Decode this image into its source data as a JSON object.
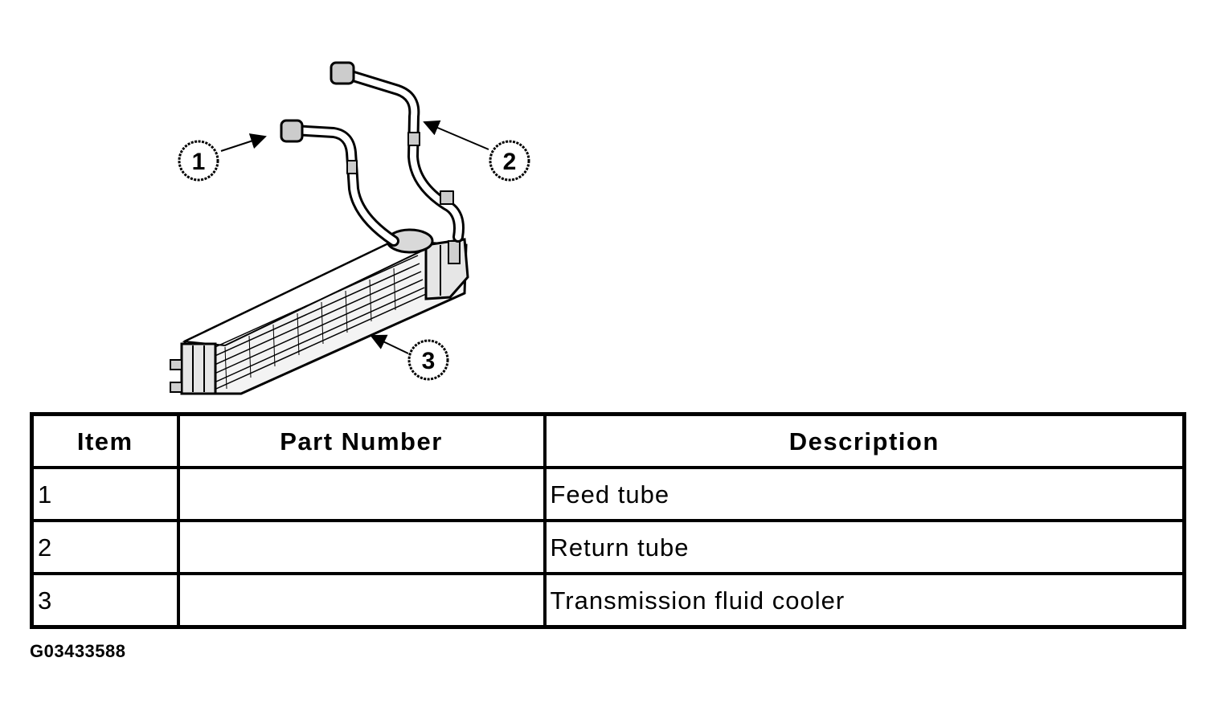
{
  "callouts": [
    "1",
    "2",
    "3"
  ],
  "table": {
    "headers": [
      "Item",
      "Part Number",
      "Description"
    ],
    "rows": [
      {
        "item": "1",
        "part_number": "",
        "description": "Feed tube"
      },
      {
        "item": "2",
        "part_number": "",
        "description": "Return tube"
      },
      {
        "item": "3",
        "part_number": "",
        "description": "Transmission fluid cooler"
      }
    ]
  },
  "figure_id": "G03433588"
}
